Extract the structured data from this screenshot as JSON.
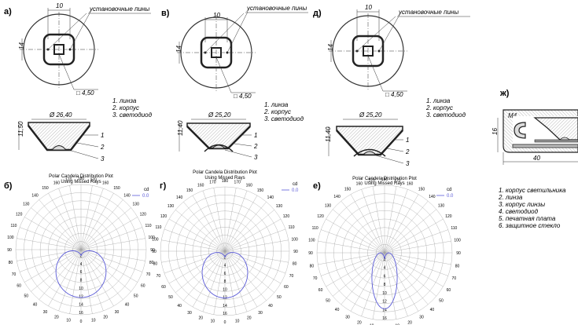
{
  "panels": {
    "a": {
      "label": "а)"
    },
    "v": {
      "label": "в)"
    },
    "d": {
      "label": "д)"
    },
    "b": {
      "label": "б)"
    },
    "g": {
      "label": "г)"
    },
    "e": {
      "label": "е)"
    },
    "zh": {
      "label": "ж)"
    }
  },
  "top_views": {
    "a": {
      "dim_top": "10",
      "dim_left": "14",
      "dim_pad": "□ 4,50",
      "pins_label": "установочные пины"
    },
    "v": {
      "dim_top": "10",
      "dim_left": "14",
      "dim_pad": "□ 4,50",
      "pins_label": "установочные пины"
    },
    "d": {
      "dim_top": "10",
      "dim_left": "14",
      "dim_pad": "□ 4,50",
      "pins_label": "установочные пины"
    }
  },
  "side_views": {
    "a": {
      "diameter": "Ø 26,40",
      "height": "11,50",
      "legend": [
        "1.  линза",
        "2.  корпус",
        "3.  светодиод"
      ],
      "callouts": [
        "1",
        "2",
        "3"
      ]
    },
    "v": {
      "diameter": "Ø 25,20",
      "height": "11,40",
      "legend": [
        "1.  линза",
        "2.  корпус",
        "3.  светодиод"
      ],
      "callouts": [
        "1",
        "2",
        "3"
      ]
    },
    "d": {
      "diameter": "Ø 25,20",
      "height": "11,40",
      "legend": [
        "1.  линза",
        "2.  корпус",
        "3.  светодиод"
      ],
      "callouts": [
        "1",
        "2",
        "3"
      ]
    }
  },
  "polar_plots": {
    "b": {
      "title": "Polar Candela Distribution Plot",
      "subtitle": "Using Missed Rays",
      "legend_unit": "cd",
      "legend_value": "0.0"
    },
    "g": {
      "title": "Polar Candela Distribution Plot",
      "subtitle": "Using Missed Rays",
      "legend_unit": "cd",
      "legend_value": "0.0"
    },
    "e": {
      "title": "Polar Candela Distribution Plot",
      "subtitle": "Using Missed Rays",
      "legend_unit": "cd",
      "legend_value": "0.0"
    }
  },
  "polar_angle_labels": [
    "180",
    "170",
    "160",
    "150",
    "140",
    "130",
    "120",
    "110",
    "100",
    "90",
    "80",
    "70",
    "60",
    "50",
    "40",
    "30",
    "20",
    "10",
    "0",
    "10",
    "20",
    "30",
    "40",
    "50",
    "60",
    "70",
    "80",
    "90",
    "100",
    "110",
    "120",
    "130",
    "140",
    "150",
    "160",
    "170"
  ],
  "polar_radial_labels": [
    "2",
    "4",
    "6",
    "8",
    "10",
    "12",
    "14",
    "16"
  ],
  "fixture": {
    "dim_m4": "M4",
    "dim_height": "16",
    "dim_width": "40",
    "legend": [
      "1.  корпус светильника",
      "2.  линза",
      "3.  корпус линзы",
      "4.  светодиод",
      "5.  печатная плата",
      "6.  защитное стекло"
    ]
  },
  "colors": {
    "line": "#333333",
    "hatch": "#777777",
    "curve": "#5a5ad8",
    "grid": "#9a9a9a"
  }
}
